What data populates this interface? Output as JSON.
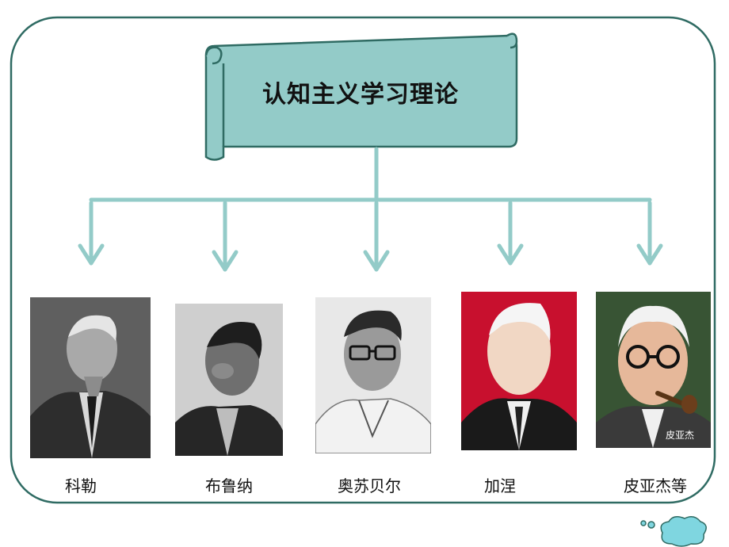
{
  "title": "认知主义学习理论",
  "people": [
    {
      "name": "科勒",
      "photo_style": "bw"
    },
    {
      "name": "布鲁纳",
      "photo_style": "bw"
    },
    {
      "name": "奥苏贝尔",
      "photo_style": "bw"
    },
    {
      "name": "加涅",
      "photo_style": "red-background"
    },
    {
      "name": "皮亚杰等",
      "photo_style": "color",
      "photo_caption": "皮亚杰"
    }
  ],
  "colors": {
    "frame": "#2f6b63",
    "scroll_fill": "#93cbc8",
    "scroll_stroke": "#2f6b63",
    "connector": "#93cbc8",
    "cloud": "#7fd6e0"
  }
}
